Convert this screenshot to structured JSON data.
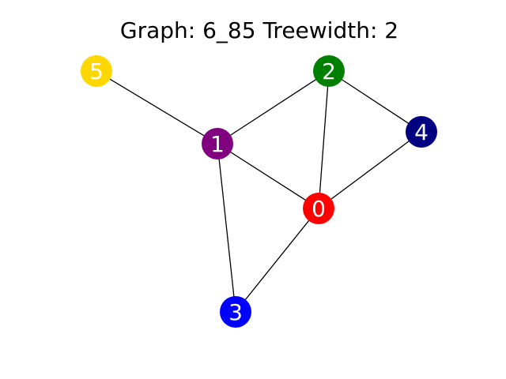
{
  "title": "Graph: 6_85   Treewidth: 2",
  "graph": {
    "nodes": [
      {
        "id": "0",
        "label": "0",
        "color": "#ff0000"
      },
      {
        "id": "1",
        "label": "1",
        "color": "#800080"
      },
      {
        "id": "2",
        "label": "2",
        "color": "#008000"
      },
      {
        "id": "3",
        "label": "3",
        "color": "#0000ff"
      },
      {
        "id": "4",
        "label": "4",
        "color": "#000080"
      },
      {
        "id": "5",
        "label": "5",
        "color": "#ffd700"
      }
    ],
    "edges": [
      [
        "5",
        "1"
      ],
      [
        "1",
        "2"
      ],
      [
        "1",
        "0"
      ],
      [
        "1",
        "3"
      ],
      [
        "2",
        "0"
      ],
      [
        "2",
        "4"
      ],
      [
        "4",
        "0"
      ],
      [
        "0",
        "3"
      ]
    ]
  }
}
